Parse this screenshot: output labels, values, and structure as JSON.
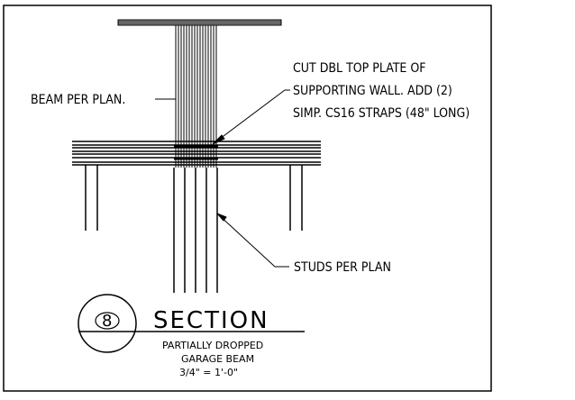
{
  "notes": {
    "beam": "BEAM PER PLAN.",
    "top_plate_line1": "CUT DBL TOP PLATE OF",
    "top_plate_line2": "SUPPORTING WALL. ADD (2)",
    "top_plate_line3": "SIMP. CS16 STRAPS (48\" LONG)",
    "studs": "STUDS PER PLAN"
  },
  "title_block": {
    "number": "8",
    "title": "SECTION",
    "subtitle_line1": "PARTIALLY DROPPED",
    "subtitle_line2": "GARAGE BEAM",
    "scale": "3/4\" = 1'-0\""
  }
}
